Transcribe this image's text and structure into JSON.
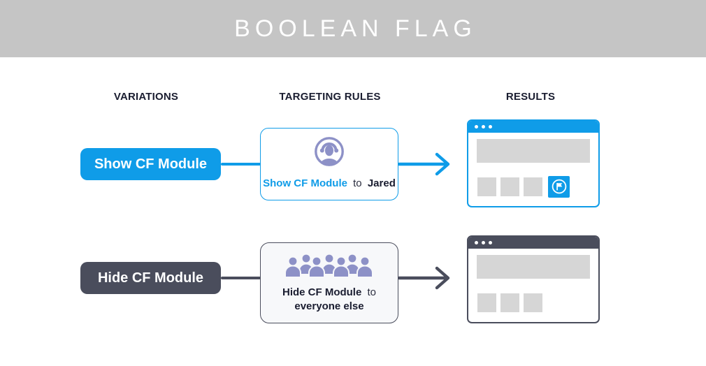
{
  "banner": {
    "title": "BOOLEAN FLAG"
  },
  "columns": {
    "variations": "VARIATIONS",
    "targeting": "TARGETING RULES",
    "results": "RESULTS"
  },
  "rows": [
    {
      "variation": "Show CF Module",
      "rule": {
        "icon": "user-in-circle-icon",
        "name": "Show CF Module",
        "connector": "to",
        "audience": "Jared"
      },
      "result": {
        "window_dots": 3,
        "gray_modules": 3,
        "flag_module_shown": true
      }
    },
    {
      "variation": "Hide CF Module",
      "rule": {
        "icon": "crowd-icon",
        "name": "Hide CF Module",
        "connector": "to",
        "audience": "everyone else"
      },
      "result": {
        "window_dots": 3,
        "gray_modules": 3,
        "flag_module_shown": false
      }
    }
  ],
  "colors": {
    "blue": "#0f9ce8",
    "dark": "#4a4d5c",
    "purple": "#8d91c7",
    "bannerBg": "#c5c5c5",
    "bannerText": "#ffffff",
    "moduleGray": "#d6d6d6",
    "cardLightBg": "#f7f8fa",
    "textDark": "#1a1d30"
  }
}
